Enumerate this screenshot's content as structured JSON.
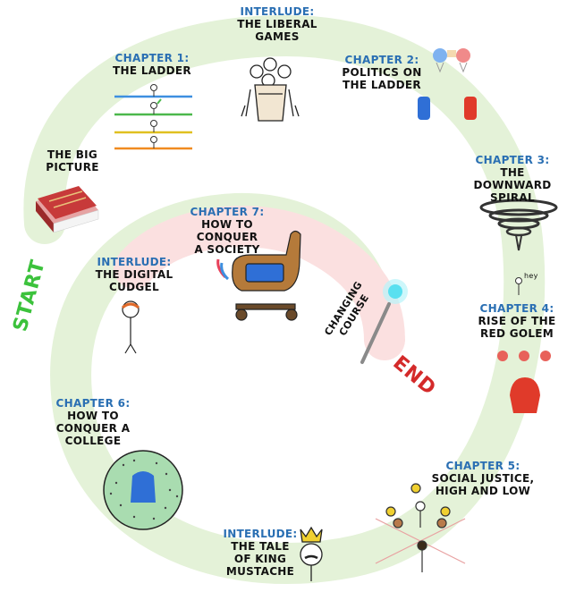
{
  "start": {
    "label": "START",
    "color": "#3cc23c"
  },
  "end": {
    "label": "END",
    "color": "#d42a2a"
  },
  "changing_course": {
    "label": "CHANGING\nCOURSE"
  },
  "nodes": [
    {
      "id": "the-big-picture",
      "heading": "",
      "text": "THE BIG\nPICTURE"
    },
    {
      "id": "chapter-1",
      "heading": "CHAPTER 1:",
      "text": "THE LADDER"
    },
    {
      "id": "interlude-liberal-games",
      "heading": "INTERLUDE:",
      "text": "THE LIBERAL\nGAMES"
    },
    {
      "id": "chapter-2",
      "heading": "CHAPTER 2:",
      "text": "POLITICS ON\nTHE LADDER"
    },
    {
      "id": "chapter-3",
      "heading": "CHAPTER 3:",
      "text": "THE DOWNWARD\nSPIRAL"
    },
    {
      "id": "chapter-4",
      "heading": "CHAPTER 4:",
      "text": "RISE OF THE\nRED GOLEM"
    },
    {
      "id": "chapter-5",
      "heading": "CHAPTER 5:",
      "text": "SOCIAL JUSTICE,\nHIGH AND LOW"
    },
    {
      "id": "interlude-king-mustache",
      "heading": "INTERLUDE:",
      "text": "THE TALE\nOF KING\nMUSTACHE"
    },
    {
      "id": "chapter-6",
      "heading": "CHAPTER 6:",
      "text": "HOW TO\nCONQUER A\nCOLLEGE"
    },
    {
      "id": "interlude-digital-cudgel",
      "heading": "INTERLUDE:",
      "text": "THE DIGITAL\nCUDGEL"
    },
    {
      "id": "chapter-7",
      "heading": "CHAPTER 7:",
      "text": "HOW TO\nCONQUER\nA SOCIETY"
    }
  ],
  "ch4_hey": "hey",
  "colors": {
    "heading": "#2a6fb3",
    "path_green": "#e4f2d8",
    "path_red": "#fbe0e0",
    "ladder_blue": "#3d8fe0",
    "ladder_green": "#4cb84c",
    "ladder_yellow": "#e0c020",
    "ladder_orange": "#f08a20",
    "book_red": "#c73a3a",
    "golem_red": "#e03a2a",
    "golem_blue": "#2f6fd6",
    "circle_green": "#a9dcb0",
    "horse_brown": "#b57a3a",
    "wand_glow": "#59e0f0"
  }
}
